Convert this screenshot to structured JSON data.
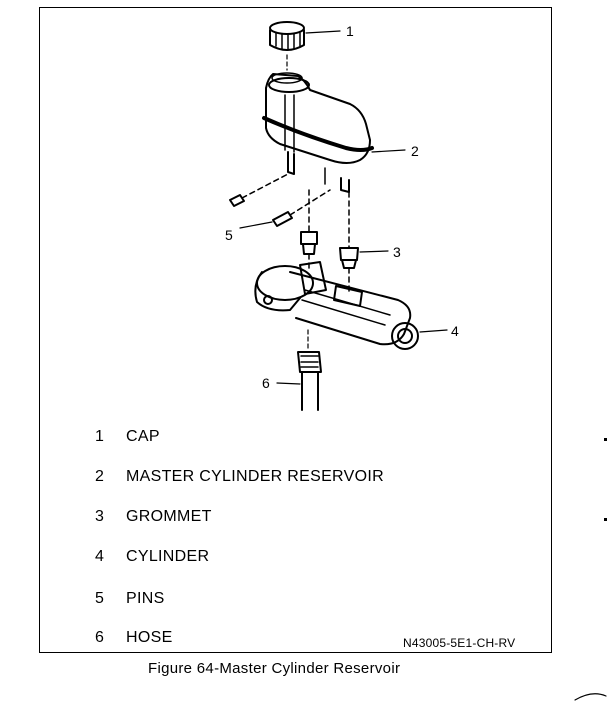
{
  "callouts": [
    "1",
    "2",
    "3",
    "4",
    "5",
    "6"
  ],
  "legend": [
    {
      "num": "1",
      "label": "CAP"
    },
    {
      "num": "2",
      "label": "MASTER CYLINDER RESERVOIR"
    },
    {
      "num": "3",
      "label": "GROMMET"
    },
    {
      "num": "4",
      "label": "CYLINDER"
    },
    {
      "num": "5",
      "label": "PINS"
    },
    {
      "num": "6",
      "label": "HOSE"
    }
  ],
  "drawing_code": "N43005-5E1-CH-RV",
  "caption": "Figure 64-Master Cylinder Reservoir"
}
